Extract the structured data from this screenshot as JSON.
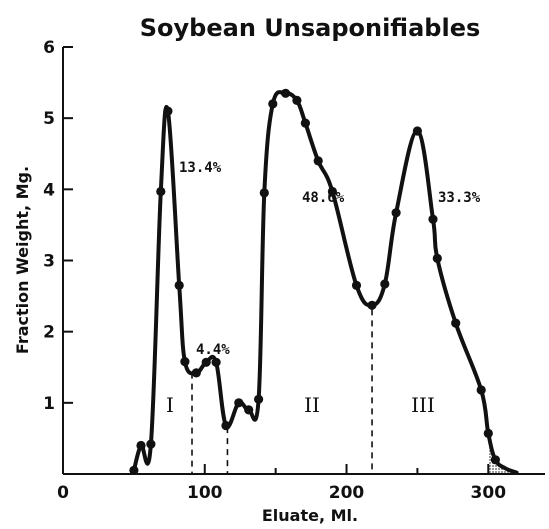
{
  "chart_data": {
    "type": "line",
    "title": "Soybean Unsaponifiables",
    "xlabel": "Eluate, Ml.",
    "ylabel": "Fraction Weight, Mg.",
    "xlim": [
      0,
      340
    ],
    "ylim": [
      0,
      6
    ],
    "xticks": [
      0,
      100,
      200,
      300
    ],
    "yticks": [
      1,
      2,
      3,
      4,
      5,
      6
    ],
    "grid": false,
    "series": [
      {
        "points": [
          [
            50,
            0.05
          ],
          [
            55,
            0.4
          ],
          [
            62,
            0.42
          ],
          [
            69,
            3.97
          ],
          [
            74,
            5.1
          ],
          [
            82,
            2.65
          ],
          [
            86,
            1.58
          ],
          [
            94,
            1.42
          ],
          [
            101,
            1.57
          ],
          [
            108,
            1.57
          ],
          [
            115,
            0.68
          ],
          [
            124,
            1.0
          ],
          [
            131,
            0.9
          ],
          [
            138,
            1.05
          ],
          [
            142,
            3.95
          ],
          [
            148,
            5.2
          ],
          [
            157,
            5.35
          ],
          [
            165,
            5.25
          ],
          [
            171,
            4.93
          ],
          [
            180,
            4.4
          ],
          [
            190,
            3.97
          ],
          [
            207,
            2.65
          ],
          [
            218,
            2.37
          ],
          [
            227,
            2.67
          ],
          [
            235,
            3.67
          ],
          [
            250,
            4.82
          ],
          [
            261,
            3.58
          ],
          [
            264,
            3.03
          ],
          [
            277,
            2.12
          ],
          [
            295,
            1.18
          ],
          [
            300,
            0.57
          ],
          [
            305,
            0.2
          ],
          [
            312,
            0.08
          ],
          [
            320,
            0.02
          ]
        ]
      }
    ],
    "dividers": [
      91,
      116,
      218
    ],
    "shaded_tail_start": 300,
    "fractions": [
      {
        "roman": "I",
        "percent": "13.4%"
      },
      {
        "roman": "",
        "percent": "4.4%"
      },
      {
        "roman": "II",
        "percent": "48.6%"
      },
      {
        "roman": "III",
        "percent": "33.3%"
      }
    ],
    "colors": {
      "ink": "#111111",
      "shade": "#9a9a9a"
    }
  }
}
